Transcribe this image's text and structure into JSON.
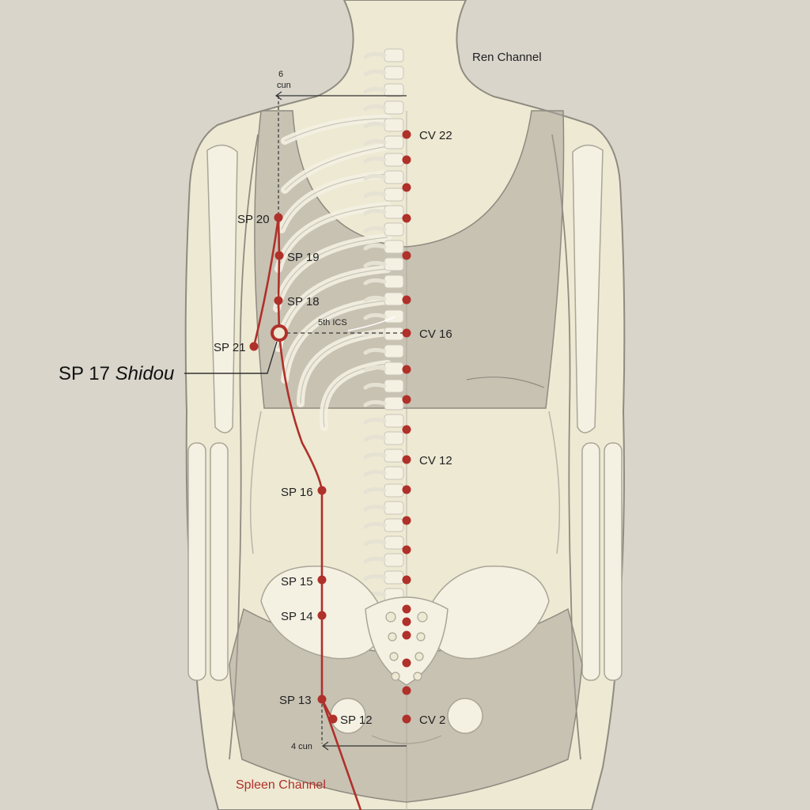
{
  "labels": {
    "ren_channel": "Ren Channel",
    "spleen_channel": "Spleen Channel",
    "six_cun_num": "6",
    "six_cun_unit": "cun",
    "four_cun": "4 cun",
    "fifth_ics": "5th ICS",
    "featured_code": "SP 17",
    "featured_name": "Shidou"
  },
  "colors": {
    "background": "#d9d5cb",
    "body_fill": "#ede9d3",
    "garment": "#a9a399",
    "bone": "#f4f1e3",
    "outline": "#8f8b80",
    "channel_red": "#b0302a"
  },
  "points": {
    "cv22": "CV 22",
    "cv16": "CV 16",
    "cv12": "CV 12",
    "cv2": "CV 2",
    "sp20": "SP 20",
    "sp19": "SP 19",
    "sp18": "SP 18",
    "sp21": "SP 21",
    "sp16": "SP 16",
    "sp15": "SP 15",
    "sp14": "SP 14",
    "sp13": "SP 13",
    "sp12": "SP 12"
  }
}
